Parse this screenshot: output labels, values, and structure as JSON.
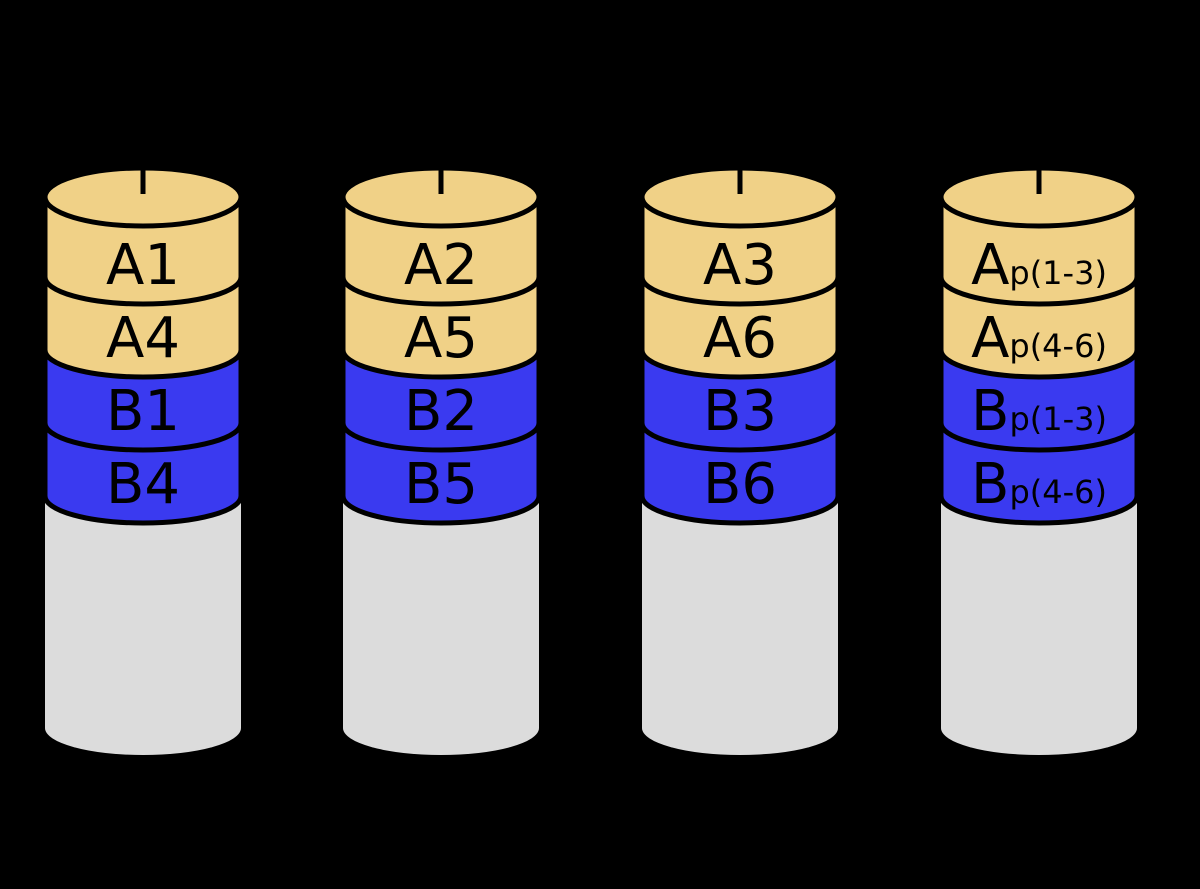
{
  "diagram": {
    "background_color": "#000000",
    "outline_color": "#000000",
    "text_color": "#000000",
    "palette": {
      "stripe_a_color": "#F0D187",
      "stripe_b_color": "#3A3AF0",
      "disk_body_color": "#DCDCDC"
    },
    "disks": [
      {
        "blocks": [
          {
            "main": "A1",
            "sub": ""
          },
          {
            "main": "A4",
            "sub": ""
          },
          {
            "main": "B1",
            "sub": ""
          },
          {
            "main": "B4",
            "sub": ""
          }
        ]
      },
      {
        "blocks": [
          {
            "main": "A2",
            "sub": ""
          },
          {
            "main": "A5",
            "sub": ""
          },
          {
            "main": "B2",
            "sub": ""
          },
          {
            "main": "B5",
            "sub": ""
          }
        ]
      },
      {
        "blocks": [
          {
            "main": "A3",
            "sub": ""
          },
          {
            "main": "A6",
            "sub": ""
          },
          {
            "main": "B3",
            "sub": ""
          },
          {
            "main": "B6",
            "sub": ""
          }
        ]
      },
      {
        "blocks": [
          {
            "main": "A",
            "sub": "p(1-3)"
          },
          {
            "main": "A",
            "sub": "p(4-6)"
          },
          {
            "main": "B",
            "sub": "p(1-3)"
          },
          {
            "main": "B",
            "sub": "p(4-6)"
          }
        ]
      }
    ]
  }
}
